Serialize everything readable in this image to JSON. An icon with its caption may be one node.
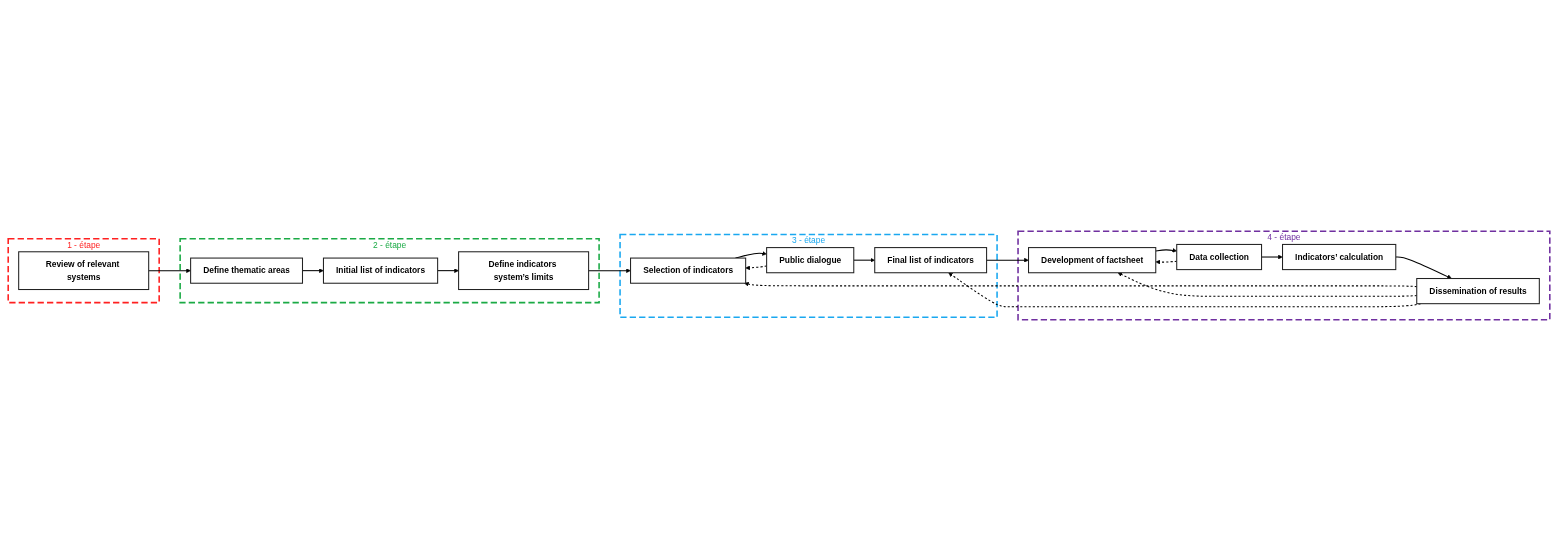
{
  "diagram": {
    "nodes": [
      {
        "text": [
          "1 - étape"
        ]
      },
      {
        "text": [
          "Review of relevant systems"
        ],
        "in": 0
      },
      {
        "text": [
          "2 - étape"
        ]
      },
      {
        "text": [
          "Define thematic areas"
        ],
        "in": 2
      },
      {
        "text": [
          "Initial list of indicators"
        ],
        "in": 2
      },
      {
        "text": [
          "Define indicators system’s limits"
        ],
        "in": 2
      },
      {
        "text": [
          "3 - étape"
        ]
      },
      {
        "text": [
          "Selection of indicators"
        ],
        "in": 6
      },
      {
        "text": [
          "Public dialogue"
        ],
        "in": 6
      },
      {
        "text": [
          "Final list of indicators"
        ],
        "in": 6
      },
      {
        "text": [
          "4 - étape"
        ]
      },
      {
        "text": [
          "Dissemination of results"
        ],
        "in": 10
      },
      {
        "text": [
          "Indicators’ calculation"
        ],
        "in": 10
      },
      {
        "text": [
          "Data collection"
        ],
        "in": 10
      },
      {
        "text": [
          "Development of factsheet"
        ],
        "in": 10
      }
    ],
    "edges": [
      {
        "from": 1,
        "to": 3,
        "arrow": "to"
      },
      {
        "from": 3,
        "to": 4,
        "arrow": "to"
      },
      {
        "from": 4,
        "to": 5,
        "arrow": "to"
      },
      {
        "from": 5,
        "to": 7,
        "arrow": "to"
      },
      {
        "from": 7,
        "to": 8,
        "arrow": "to"
      },
      {
        "from": 8,
        "to": 9,
        "arrow": "to"
      },
      {
        "from": 9,
        "to": 14,
        "arrow": "to"
      },
      {
        "from": 14,
        "to": 13,
        "arrow": "to"
      },
      {
        "from": 13,
        "to": 12,
        "arrow": "to"
      },
      {
        "from": 12,
        "to": 11,
        "arrow": "to"
      },
      {
        "from": 8,
        "to": 7,
        "arrow": "to",
        "style": "dashed"
      },
      {
        "from": 11,
        "to": 7,
        "arrow": "to",
        "style": "dashed"
      },
      {
        "from": 11,
        "to": 14,
        "arrow": "to",
        "style": "dashed"
      },
      {
        "from": 11,
        "to": 9,
        "arrow": "to",
        "style": "dashed"
      },
      {
        "from": 13,
        "to": 14,
        "arrow": "to",
        "style": "dashed"
      }
    ]
  }
}
